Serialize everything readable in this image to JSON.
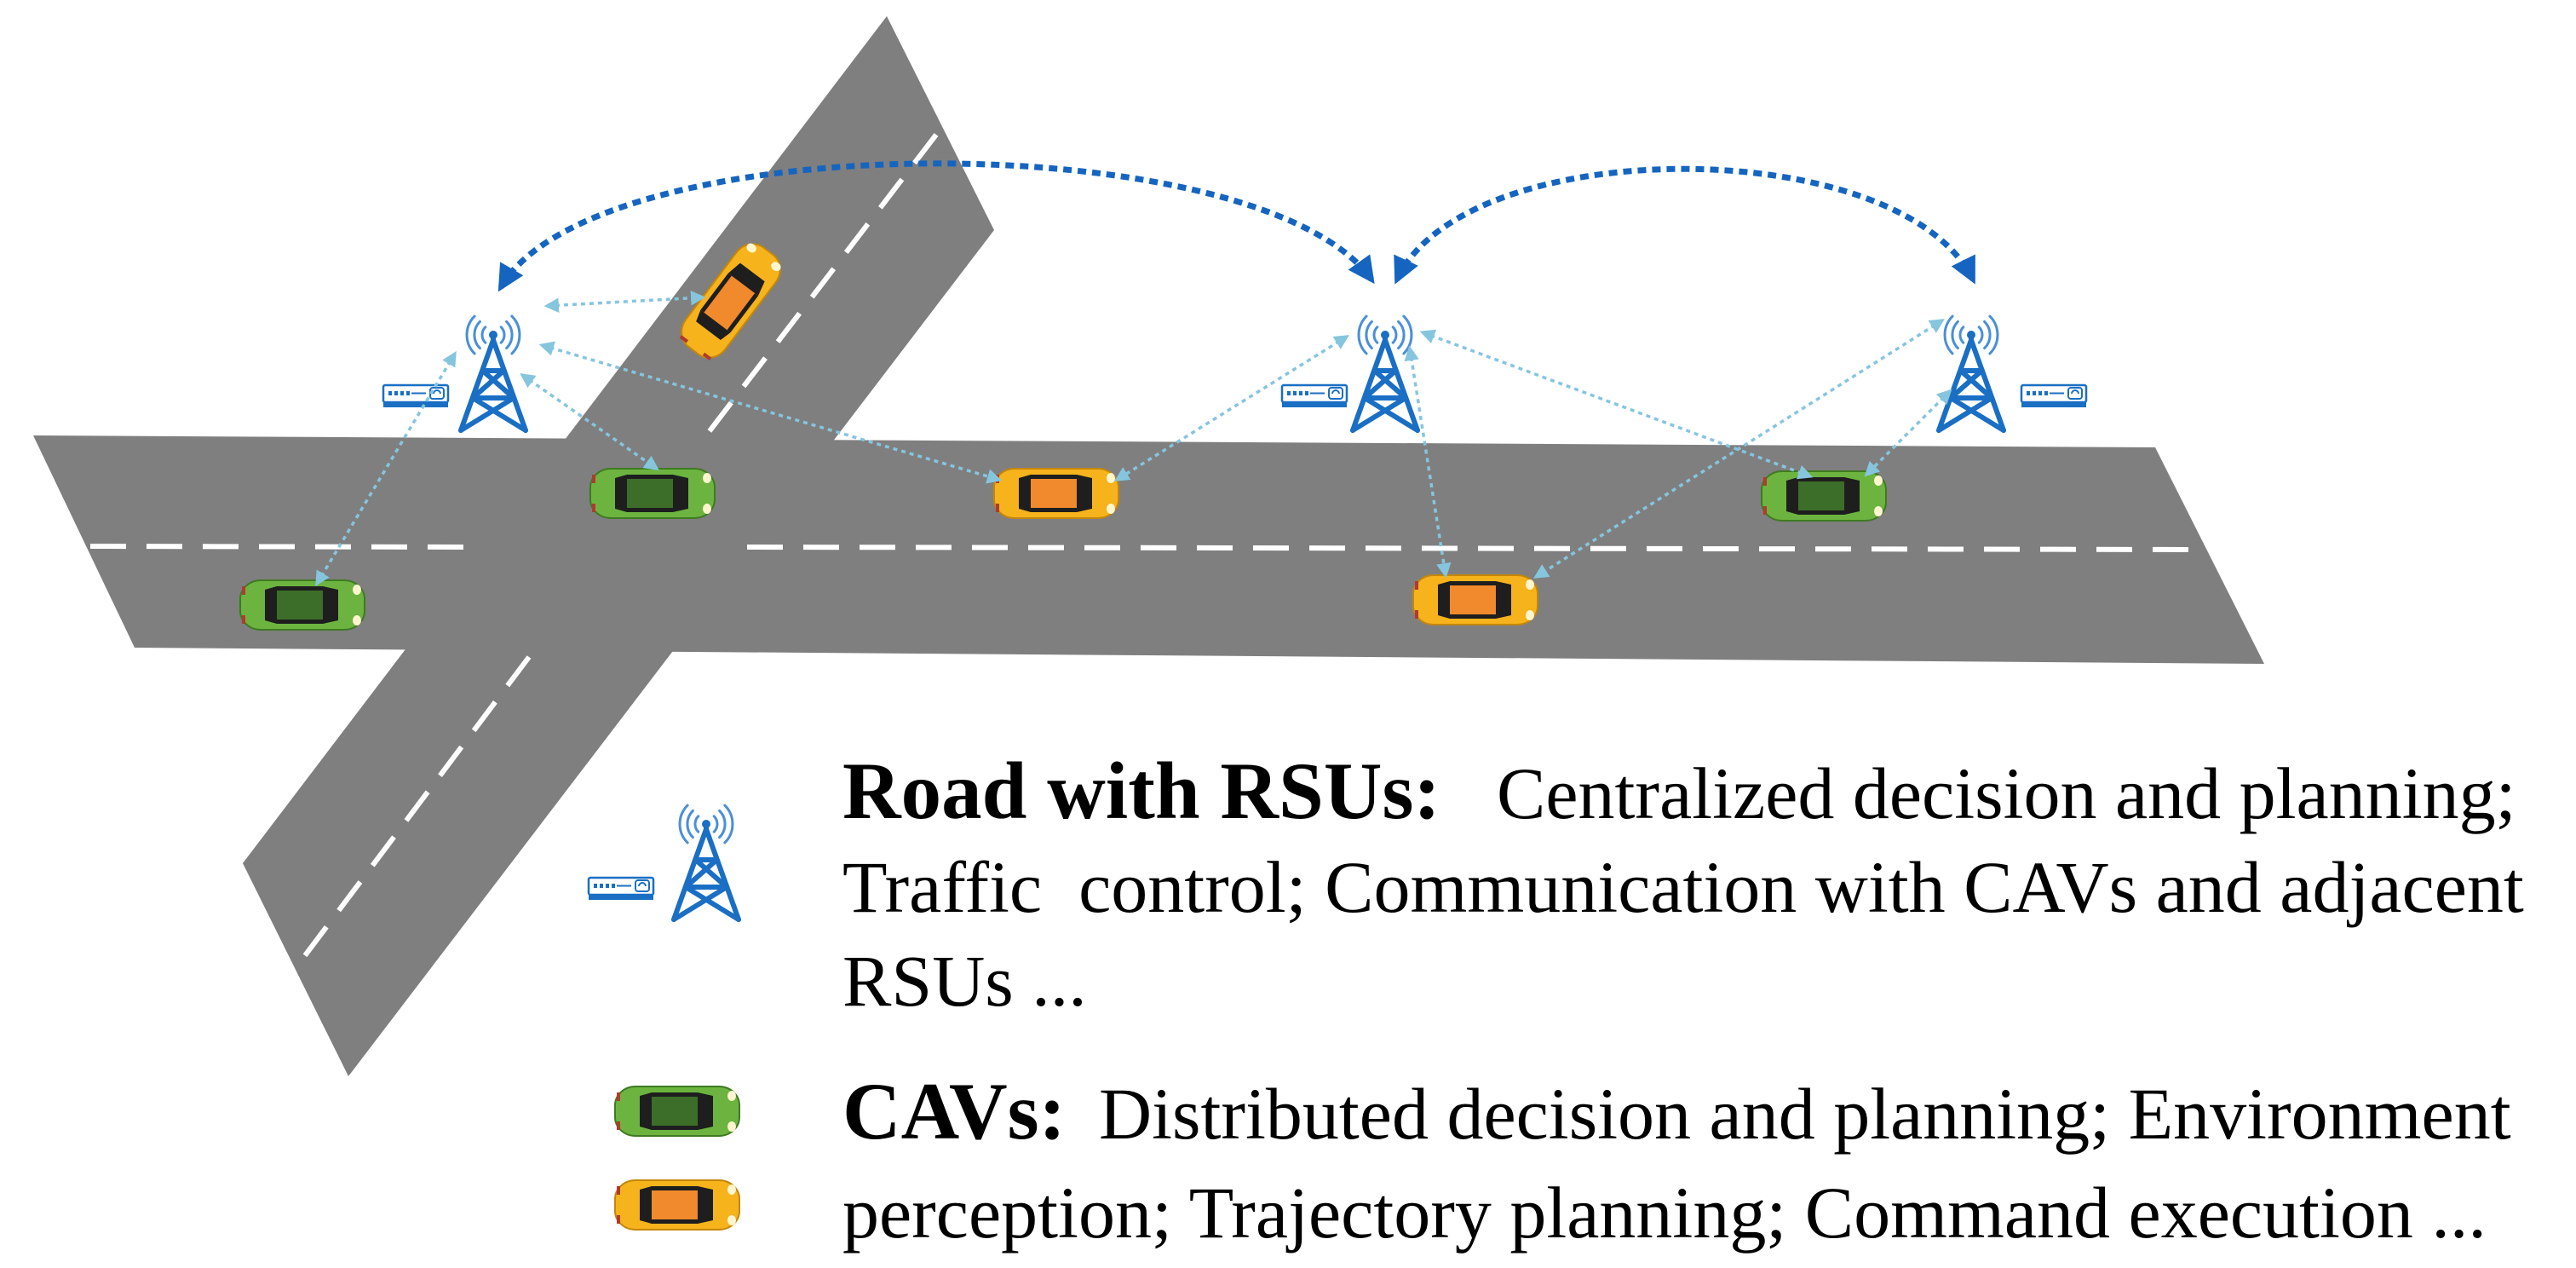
{
  "legend": {
    "rsu": {
      "icon": "rsu-tower-icon",
      "unit_icon": "roadside-unit-icon",
      "heading": "Road with RSUs:",
      "line1": "Centralized decision and planning;",
      "line2": "Traffic  control; Communication with CAVs and adjacent",
      "line3": "RSUs ..."
    },
    "cav": {
      "icons": [
        "green-car-icon",
        "yellow-car-icon"
      ],
      "heading": "CAVs:",
      "line1": "Distributed decision and planning; Environment",
      "line2": "perception; Trajectory planning; Command execution ..."
    }
  },
  "colors": {
    "road": "#7f7f7f",
    "lane_marking": "#ffffff",
    "rsu_tower": "#1a6fc4",
    "rsu_signal": "#4a8fd8",
    "rsu_link": "#1565c0",
    "cav_link": "#86c5de",
    "cav_green": "#6cb43f",
    "cav_green_roof": "#3d6e29",
    "cav_yellow": "#f6b31c",
    "cav_yellow_roof": "#f08a2c",
    "text": "#000000"
  }
}
